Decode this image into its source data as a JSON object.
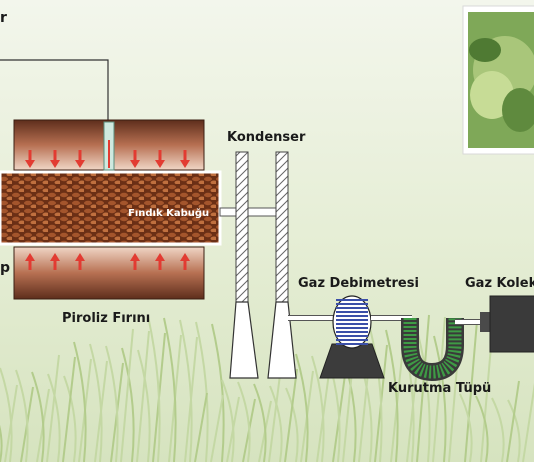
{
  "labels": {
    "top_left_fragment": "r",
    "left_mid_fragment": "p",
    "kondenser": "Kondenser",
    "findik_kabugu": "Fındık Kabuğu",
    "piroliz_firini": "Piroliz Fırını",
    "gaz_debimetresi": "Gaz Debimetresi",
    "gaz_kolektoru_fragment": "Gaz Kolek",
    "kurutma_tupu": "Kurutma Tüpü"
  },
  "colors": {
    "grass_light": "#eef3e2",
    "grass_mid": "#cfe0b4",
    "heater_red": "#e23b32",
    "shell_brown": "#7a3a1c",
    "coil_blue": "#3b4fa8",
    "u_tube_green": "#3e9b45",
    "collector_dark": "#3a3a3a",
    "label_text": "#1a1a1a"
  }
}
